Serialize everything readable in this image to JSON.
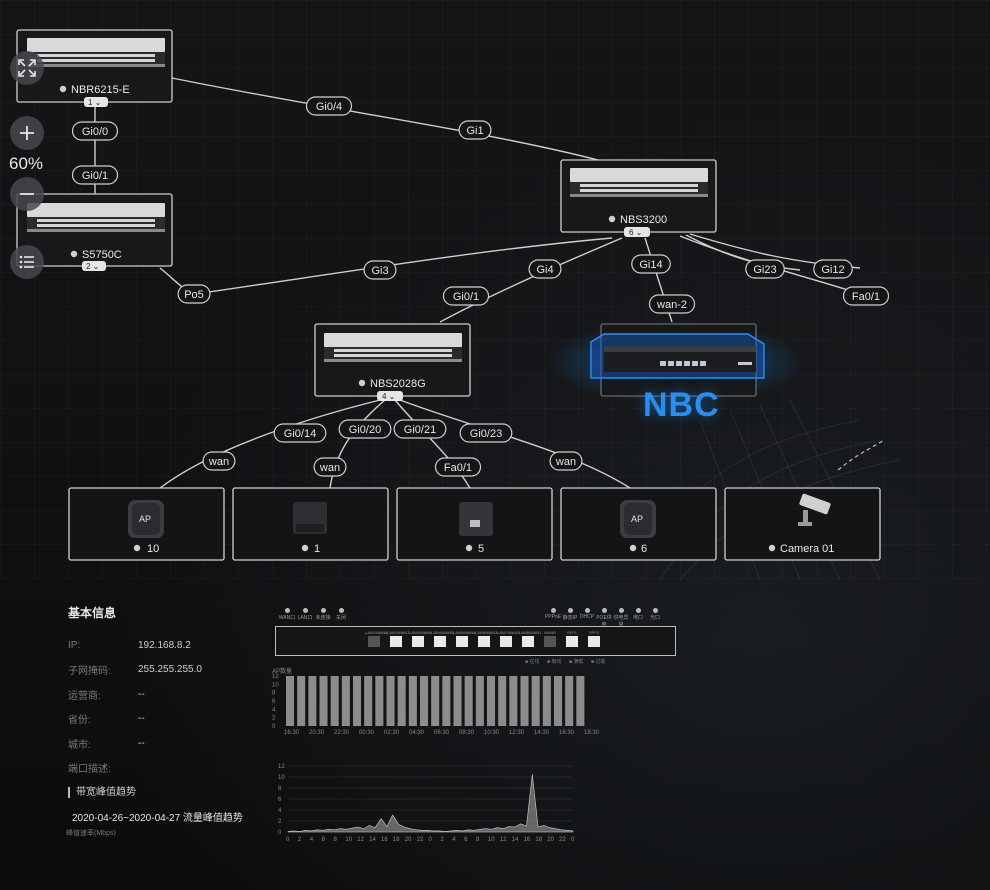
{
  "view": {
    "zoom_level": "60%",
    "controls": {
      "fullscreen": "fullscreen-icon",
      "zoom_in": "plus-icon",
      "zoom_out": "minus-icon",
      "menu": "list-icon"
    }
  },
  "topology": {
    "devices": {
      "nbr": {
        "name": "NBR6215-E",
        "badge": "1"
      },
      "s5750": {
        "name": "S5750C",
        "badge": "2"
      },
      "nbs3200": {
        "name": "NBS3200",
        "badge": "6"
      },
      "nbs2028": {
        "name": "NBS2028G",
        "badge": "4"
      },
      "nbc": {
        "name": "NBC"
      },
      "ap1": {
        "name": "10",
        "icon_text": "AP"
      },
      "ap2": {
        "name": "1"
      },
      "ap3": {
        "name": "5"
      },
      "ap4": {
        "name": "6",
        "icon_text": "AP"
      },
      "camera": {
        "name": "Camera 01"
      }
    },
    "ports": {
      "p_gi04": "Gi0/4",
      "p_gi1": "Gi1",
      "p_gi00": "Gi0/0",
      "p_gi01a": "Gi0/1",
      "p_gi3": "Gi3",
      "p_po5": "Po5",
      "p_gi4": "Gi4",
      "p_gi01b": "Gi0/1",
      "p_gi14a": "Gi14",
      "p_wan2": "wan-2",
      "p_gi23a": "Gi23",
      "p_gi12": "Gi12",
      "p_fa01a": "Fa0/1",
      "p_gi014": "Gi0/14",
      "p_gi020": "Gi0/20",
      "p_gi021": "Gi0/21",
      "p_gi023": "Gi0/23",
      "p_wan1": "wan",
      "p_wan_b": "wan",
      "p_fa01b": "Fa0/1",
      "p_wan_c": "wan"
    }
  },
  "info": {
    "title": "基本信息",
    "rows": [
      {
        "key": "IP:",
        "value": "192.168.8.2"
      },
      {
        "key": "子网掩码:",
        "value": "255.255.255.0"
      },
      {
        "key": "运营商:",
        "value": "--"
      },
      {
        "key": "省份:",
        "value": "--"
      },
      {
        "key": "城市:",
        "value": "--"
      },
      {
        "key": "端口描述:",
        "value": ""
      }
    ],
    "trend_title": "带宽峰值趋势",
    "trend_range": "2020-04-26~2020-04-27 流量峰值趋势",
    "trend_unit": "峰值速率(Mbps)"
  },
  "device_panel": {
    "legend_left": [
      "WAN口",
      "LAN口",
      "未连接",
      "关闭"
    ],
    "legend_right": [
      "PPPoE",
      "静态IP",
      "DHCP",
      "POE供电",
      "供电异常",
      "电口",
      "光口"
    ],
    "ports": [
      "LAN1/WAN8",
      "LAN2/WAN7",
      "LAN3/WAN6",
      "LAN4/WAN5",
      "LAN5/WAN4",
      "LAN6/WAN3",
      "LAN7/WAN2",
      "LAN8/WAN1",
      "WAN0",
      "SFP1",
      "SFP2"
    ],
    "footer_legend": [
      "在线",
      "离线",
      "满载",
      "过载"
    ]
  },
  "chart_data": [
    {
      "type": "bar",
      "ylabel": "AP数量",
      "ylim": [
        0,
        12
      ],
      "y_ticks": [
        0,
        2,
        4,
        6,
        8,
        10,
        12
      ],
      "x_ticks": [
        "16:30",
        "20:30",
        "22:30",
        "00:30",
        "02:30",
        "04:30",
        "06:30",
        "08:30",
        "10:30",
        "12:30",
        "14:30",
        "16:30",
        "18:30"
      ],
      "values": [
        12,
        12,
        12,
        12,
        12,
        12,
        12,
        12,
        12,
        12,
        12,
        12,
        12,
        12,
        12,
        12,
        12,
        12,
        12,
        12,
        12,
        12,
        12,
        12,
        12,
        12,
        12
      ],
      "legend": [
        "在线",
        "离线",
        "满载",
        "过载"
      ]
    },
    {
      "type": "area",
      "ylim": [
        0,
        12
      ],
      "y_ticks": [
        0,
        2,
        4,
        6,
        8,
        10,
        12
      ],
      "x_ticks": [
        "0",
        "2",
        "4",
        "6",
        "8",
        "10",
        "12",
        "14",
        "16",
        "18",
        "20",
        "22",
        "0",
        "2",
        "4",
        "6",
        "8",
        "10",
        "12",
        "14",
        "16",
        "18",
        "20",
        "22",
        "0"
      ],
      "series": [
        {
          "values": [
            0.1,
            0.2,
            0.1,
            0.3,
            0.2,
            0.4,
            0.3,
            0.5,
            0.4,
            0.6,
            0.5,
            0.7,
            0.9,
            0.6,
            1.2,
            0.8,
            2.4,
            1.0,
            3.1,
            1.4,
            0.9,
            0.6,
            0.4,
            0.3,
            0.3,
            0.2,
            0.2,
            0.1,
            0.2,
            0.3,
            0.2,
            0.4,
            0.3,
            0.5,
            0.6,
            0.5,
            0.8,
            0.6,
            1.0,
            0.9,
            1.5,
            1.1,
            10.5,
            0.9,
            1.2,
            0.8,
            0.6,
            0.4,
            0.3,
            0.2
          ]
        }
      ]
    }
  ]
}
